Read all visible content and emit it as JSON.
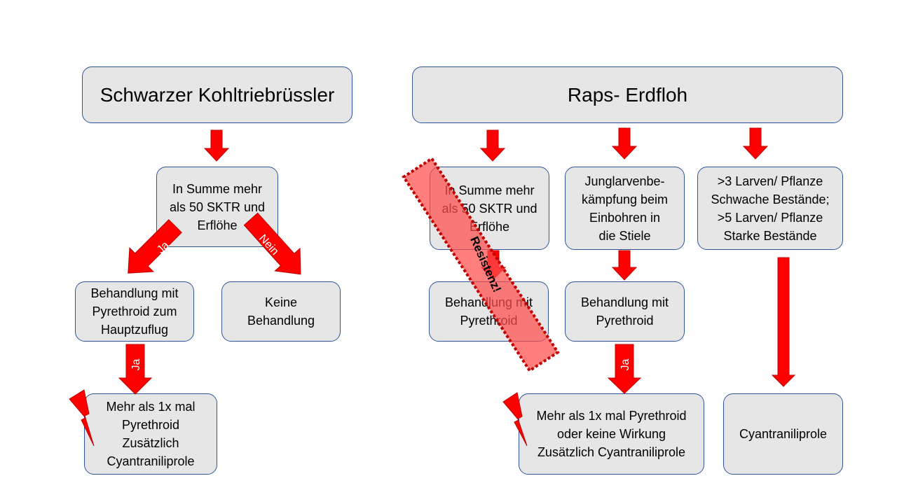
{
  "colors": {
    "box_fill": "#e7e6e6",
    "box_border": "#2f5597",
    "arrow_fill": "#ff0000",
    "arrow_border": "#c00000",
    "resistance_overlay": "#ff4d4d"
  },
  "left": {
    "title": "Schwarzer Kohltriebrüssler",
    "condition": "In Summe mehr\nals 50 SKTR und\nErflöhe",
    "yes_label": "Ja",
    "no_label": "Nein",
    "treatment": "Behandlung mit\nPyrethroid zum\nHauptzuflug",
    "no_treatment": "Keine\nBehandlung",
    "yes_label_2": "Ja",
    "escalation": "Mehr als 1x mal\nPyrethroid\nZusätzlich\nCyantraniliprole"
  },
  "right": {
    "title": "Raps- Erdfloh",
    "condition_1": "In Summe mehr\nals 50 SKTR und\nErflöhe",
    "treatment_1": "Behandlung mit\nPyrethroid",
    "resistance_label": "Resistenz!",
    "condition_2": "Junglarvenbe-\nkämpfung beim\nEinbohren in\ndie Stiele",
    "treatment_2": "Behandlung mit\nPyrethroid",
    "yes_label": "Ja",
    "escalation": "Mehr als 1x mal Pyrethroid\noder keine Wirkung\nZusätzlich Cyantraniliprole",
    "condition_3": ">3 Larven/ Pflanze\nSchwache Bestände;\n>5 Larven/ Pflanze\nStarke Bestände",
    "treatment_3": "Cyantraniliprole"
  },
  "icons": [
    "lightning-icon",
    "lightning-icon"
  ]
}
